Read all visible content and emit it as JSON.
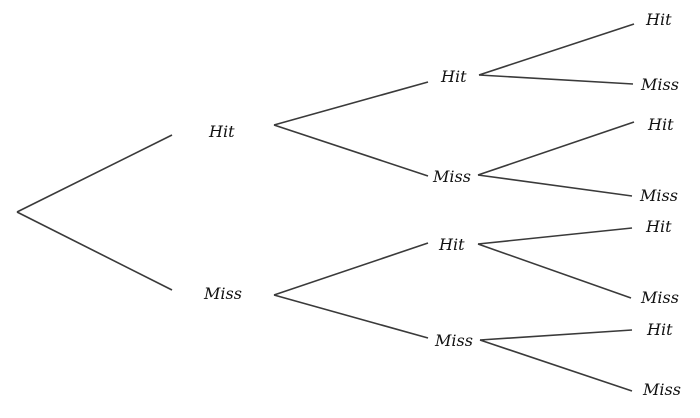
{
  "tree": {
    "level1": {
      "hit": "Hit",
      "miss": "Miss"
    },
    "level2": {
      "hit_hit": "Hit",
      "hit_miss": "Miss",
      "miss_hit": "Hit",
      "miss_miss": "Miss"
    },
    "level3": {
      "hh_hit": "Hit",
      "hh_miss": "Miss",
      "hm_hit": "Hit",
      "hm_miss": "Miss",
      "mh_hit": "Hit",
      "mh_miss": "Miss",
      "mm_hit": "Hit",
      "mm_miss": "Miss"
    }
  }
}
